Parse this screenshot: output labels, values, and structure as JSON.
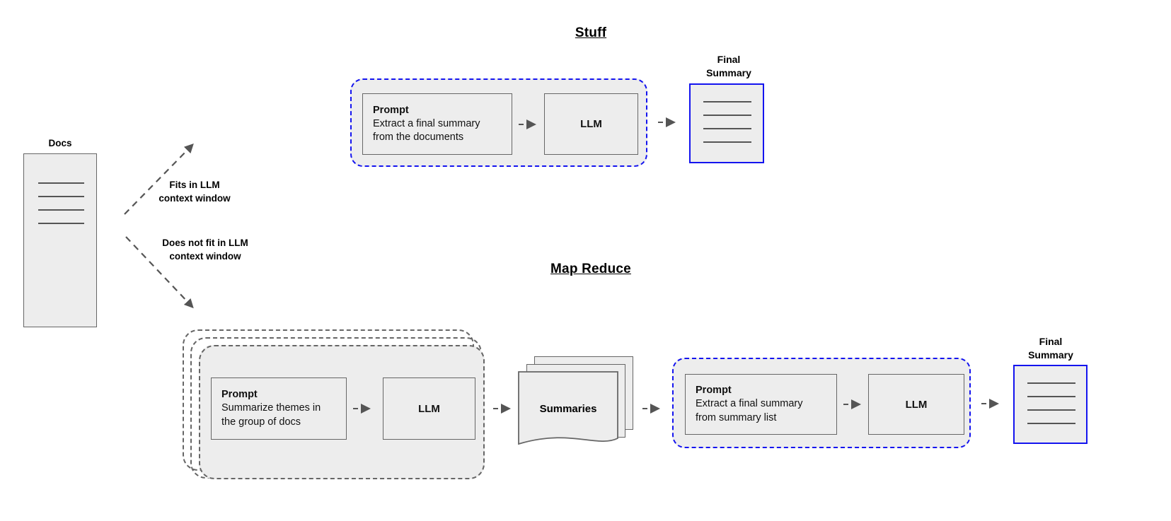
{
  "diagram": {
    "title_stuff": "Stuff",
    "title_map_reduce": "Map Reduce"
  },
  "docs": {
    "label": "Docs",
    "line_count": 4
  },
  "branches": [
    {
      "label_line1": "Fits in LLM",
      "label_line2": "context window",
      "direction": "up"
    },
    {
      "label_line1": "Does not fit in LLM",
      "label_line2": "context window",
      "direction": "down"
    }
  ],
  "stuff": {
    "group": {
      "prompt": {
        "heading": "Prompt",
        "body_line1": "Extract a final summary",
        "body_line2": "from the documents"
      },
      "llm": {
        "label": "LLM"
      }
    },
    "final_summary": {
      "caption_line1": "Final",
      "caption_line2": "Summary",
      "line_count": 4
    }
  },
  "map_reduce": {
    "map_group": {
      "stack_count": 3,
      "prompt": {
        "heading": "Prompt",
        "body_line1": "Summarize themes in",
        "body_line2": "the group of docs"
      },
      "llm": {
        "label": "LLM"
      }
    },
    "summaries": {
      "label": "Summaries",
      "sheet_count": 3
    },
    "reduce_group": {
      "prompt": {
        "heading": "Prompt",
        "body_line1": "Extract a final summary",
        "body_line2": "from summary list"
      },
      "llm": {
        "label": "LLM"
      }
    },
    "final_summary": {
      "caption_line1": "Final",
      "caption_line2": "Summary",
      "line_count": 4
    }
  },
  "colors": {
    "blue_accent": "#1414ef",
    "gray_stroke": "#666666",
    "fill": "#ededed",
    "arrow": "#555555"
  }
}
